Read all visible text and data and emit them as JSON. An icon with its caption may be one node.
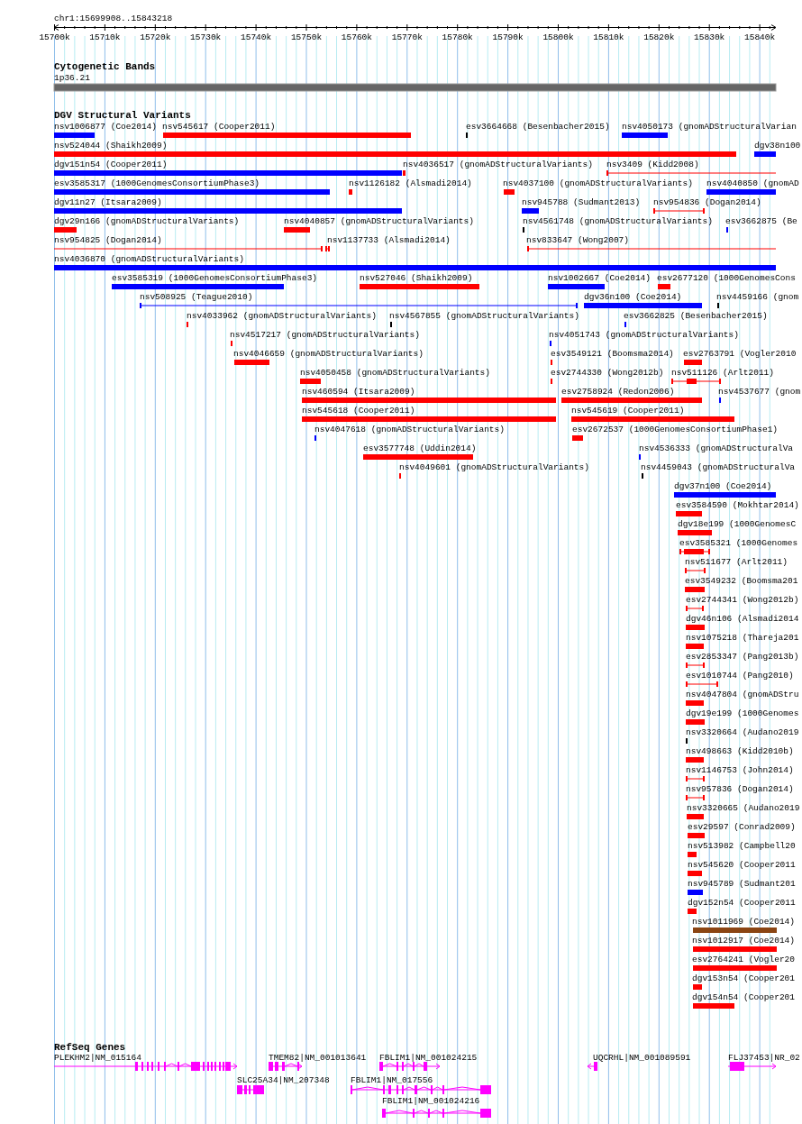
{
  "diagram": {
    "labels": [
      "chr1:15699908..15843218",
      "15700k",
      "15710k",
      "15720k",
      "15730k",
      "15740k",
      "15750k",
      "15760k",
      "15770k",
      "15780k",
      "15790k",
      "15800k",
      "15810k",
      "15820k",
      "15830k",
      "15840k",
      "Cytogenetic Bands",
      "1p36.21",
      "DGV Structural Variants",
      "nsv1006877 (Coe2014)",
      "nsv545617 (Cooper2011)",
      "esv3664668 (Besenbacher2015)",
      "nsv4050173 (gnomADStructuralVarian",
      "nsv524044 (Shaikh2009)",
      "dgv38n100",
      "dgv151n54 (Cooper2011)",
      "nsv4036517 (gnomADStructuralVariants)",
      "nsv3409 (Kidd2008)",
      "esv3585317 (1000GenomesConsortiumPhase3)",
      "nsv1126182 (Alsmadi2014)",
      "nsv4037100 (gnomADStructuralVariants)",
      "nsv4040850 (gnomAD",
      "dgv11n27 (Itsara2009)",
      "nsv945788 (Sudmant2013)",
      "nsv954836 (Dogan2014)",
      "dgv29n166 (gnomADStructuralVariants)",
      "nsv4040857 (gnomADStructuralVariants)",
      "nsv4561748 (gnomADStructuralVariants)",
      "esv3662875 (Be",
      "nsv954825 (Dogan2014)",
      "nsv1137733 (Alsmadi2014)",
      "nsv833647 (Wong2007)",
      "nsv4036870 (gnomADStructuralVariants)",
      "esv3585319 (1000GenomesConsortiumPhase3)",
      "nsv527046 (Shaikh2009)",
      "nsv1002667 (Coe2014)",
      "esv2677120 (1000GenomesCons",
      "nsv508925 (Teague2010)",
      "dgv36n100 (Coe2014)",
      "nsv4459166 (gnom",
      "nsv4033962 (gnomADStructuralVariants)",
      "nsv4567855 (gnomADStructuralVariants)",
      "esv3662825 (Besenbacher2015)",
      "nsv4517217 (gnomADStructuralVariants)",
      "nsv4051743 (gnomADStructuralVariants)",
      "nsv4046659 (gnomADStructuralVariants)",
      "esv3549121 (Boomsma2014)",
      "esv2763791 (Vogler2010",
      "nsv4050458 (gnomADStructuralVariants)",
      "esv2744330 (Wong2012b)",
      "nsv511126 (Arlt2011)",
      "nsv460594 (Itsara2009)",
      "esv2758924 (Redon2006)",
      "nsv4537677 (gnom",
      "nsv545618 (Cooper2011)",
      "nsv545619 (Cooper2011)",
      "nsv4047618 (gnomADStructuralVariants)",
      "esv2672537 (1000GenomesConsortiumPhase1)",
      "esv3577748 (Uddin2014)",
      "nsv4536333 (gnomADStructuralVa",
      "nsv4049601 (gnomADStructuralVariants)",
      "nsv4459043 (gnomADStructuralVa",
      "dgv37n100 (Coe2014)",
      "esv3584590 (Mokhtar2014)",
      "dgv18e199 (1000GenomesC",
      "esv3585321 (1000Genomes",
      "nsv511677 (Arlt2011)",
      "esv3549232 (Boomsma201",
      "esv2744341 (Wong2012b)",
      "dgv46n106 (Alsmadi2014",
      "nsv1075218 (Thareja201",
      "esv2853347 (Pang2013b)",
      "esv1010744 (Pang2010)",
      "nsv4047804 (gnomADStru",
      "dgv19e199 (1000Genomes",
      "nsv3320664 (Audano2019",
      "nsv498663 (Kidd2010b)",
      "nsv1146753 (John2014)",
      "nsv957836 (Dogan2014)",
      "nsv3320665 (Audano2019",
      "esv29597 (Conrad2009)",
      "nsv513982 (Campbell20",
      "nsv545620 (Cooper2011",
      "nsv945789 (Sudmant201",
      "dgv152n54 (Cooper2011",
      "nsv1011969 (Coe2014)",
      "nsv1012917 (Coe2014)",
      "esv2764241 (Vogler20",
      "dgv153n54 (Cooper201",
      "dgv154n54 (Cooper201",
      "RefSeq Genes",
      "PLEKHM2|NM_015164",
      "TMEM82|NM_001013641",
      "FBLIM1|NM_001024215",
      "UQCRHL|NM_001089591",
      "FLJ37453|NR_02",
      "SLC25A34|NM_207348",
      "FBLIM1|NM_017556",
      "FBLIM1|NM_001024216"
    ]
  }
}
